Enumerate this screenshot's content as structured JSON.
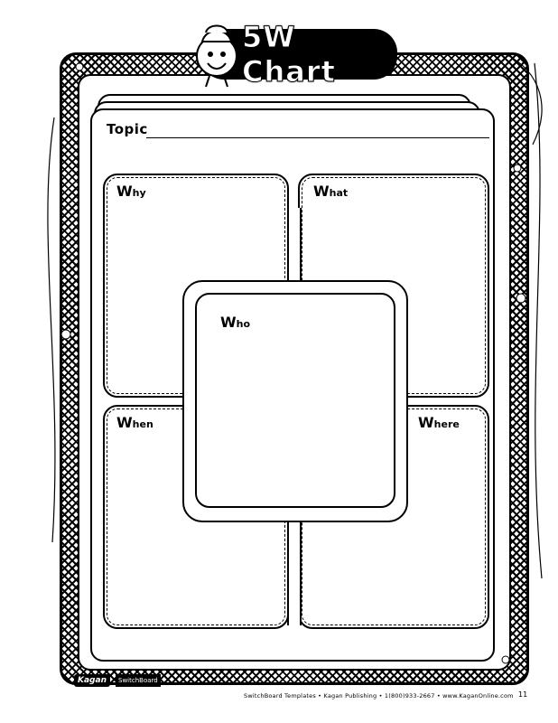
{
  "header": {
    "title": "5W Chart"
  },
  "topic": {
    "label": "Topic"
  },
  "boxes": {
    "why": {
      "initial": "W",
      "rest": "hy"
    },
    "what": {
      "initial": "W",
      "rest": "hat"
    },
    "who": {
      "initial": "W",
      "rest": "ho"
    },
    "when": {
      "initial": "W",
      "rest": "hen"
    },
    "where": {
      "initial": "W",
      "rest": "here"
    }
  },
  "footer": {
    "logo": "Kagan",
    "tag": "SwitchBoard",
    "credit": "SwitchBoard Templates • Kagan Publishing • 1(800)933-2667 • www.KaganOnline.com",
    "page_number": "11"
  }
}
